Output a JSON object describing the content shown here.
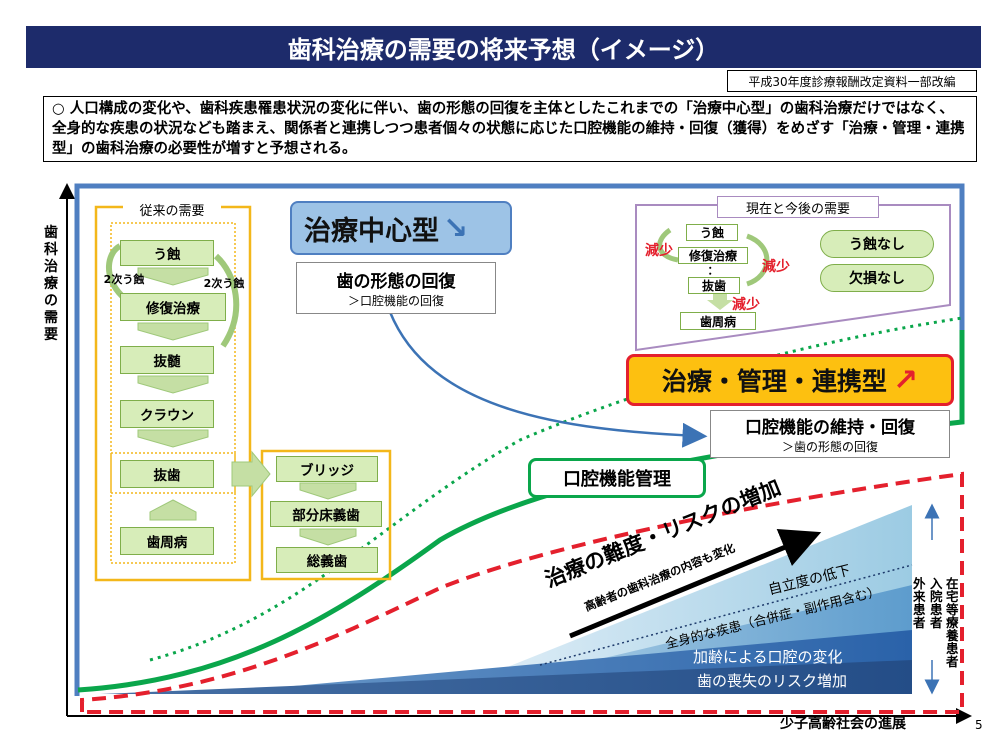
{
  "title": "歯科治療の需要の将来予想（イメージ）",
  "source_note": "平成30年度診療報酬改定資料一部改編",
  "summary": "○ 人口構成の変化や、歯科疾患罹患状況の変化に伴い、歯の形態の回復を主体としたこれまでの「治療中心型」の歯科治療だけではなく、全身的な疾患の状況なども踏まえ、関係者と連携しつつ患者個々の状態に応じた口腔機能の維持・回復（獲得）をめざす「治療・管理・連携型」の歯科治療の必要性が増すと予想される。",
  "y_axis_label": "歯科治療の需要",
  "x_axis_label": "少子高齢社会の進展",
  "page_number": "5",
  "conventional": {
    "title": "従来の需要",
    "steps": [
      "う蝕",
      "修復治療",
      "抜髄",
      "クラウン",
      "抜歯",
      "歯周病"
    ],
    "secondary_left": "2次う蝕",
    "secondary_right": "2次う蝕",
    "prosthetics": [
      "ブリッジ",
      "部分床義歯",
      "総義歯"
    ]
  },
  "treatment_centered": {
    "label": "治療中心型",
    "arrow": "↘",
    "main": "歯の形態の回復",
    "sub": "＞口腔機能の回復"
  },
  "current_future": {
    "title": "現在と今後の需要",
    "items": [
      "う蝕",
      "修復治療",
      "：",
      "抜歯",
      "歯周病"
    ],
    "decrease_1": "減少",
    "decrease_2": "減少",
    "decrease_3": "減少",
    "pills": [
      "う蝕なし",
      "欠損なし"
    ]
  },
  "management_type": {
    "label": "治療・管理・連携型",
    "arrow": "↗",
    "main": "口腔機能の維持・回復",
    "sub": "＞歯の形態の回復"
  },
  "oral_function_management": "口腔機能管理",
  "risk": {
    "main": "治療の難度・リスクの増加",
    "sub": "高齢者の歯科治療の内容も変化"
  },
  "layers": [
    "自立度の低下",
    "全身的な疾患（合併症・副作用含む）",
    "加齢による口腔の変化",
    "歯の喪失のリスク増加"
  ],
  "patients": {
    "outpatient": "外来患者",
    "inpatient": "入院患者",
    "home": "在宅等療養患者"
  },
  "colors": {
    "title_bg": "#1d2b6b",
    "blue_frame": "#4f7fc1",
    "green_curve": "#0aa64b",
    "red_dashed": "#e4202d",
    "box_green": "#d7edb9",
    "orange_border": "#f3b71a",
    "management_bg": "#fdc010"
  }
}
